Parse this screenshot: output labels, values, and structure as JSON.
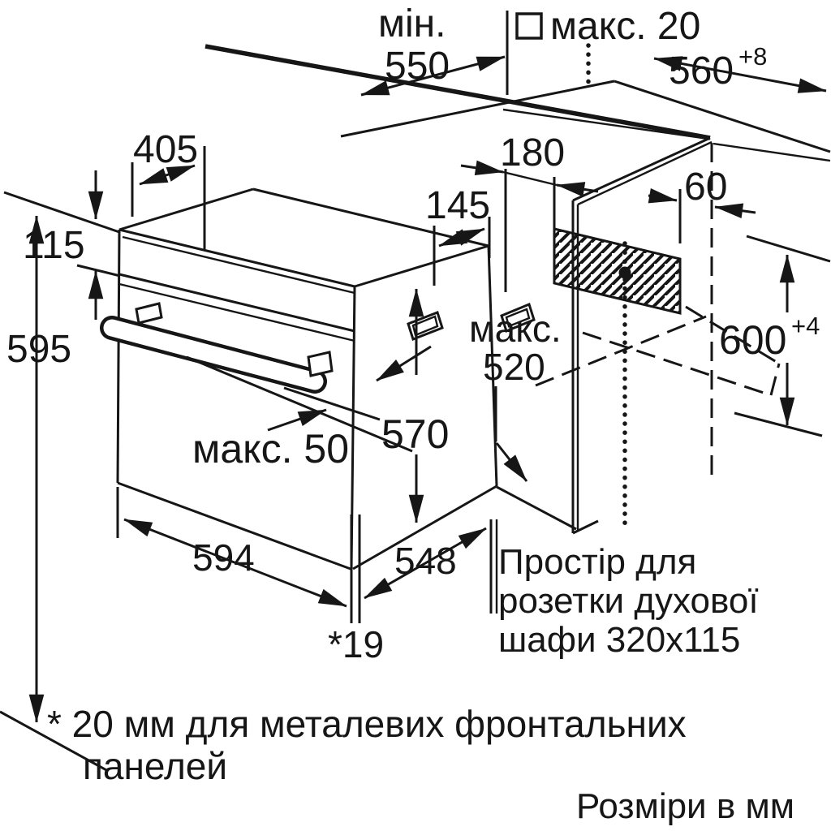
{
  "diagram": {
    "background": "#ffffff",
    "line_color": "#161616",
    "units_note": "Розміри в мм",
    "footnote": [
      "* 20 мм для металевих фронтальних",
      "панелей"
    ],
    "socket_note": [
      "Простір для",
      "розетки духової",
      "шафи 320x115"
    ],
    "dimensions": {
      "countertop_min_word": "мін.",
      "countertop_min_value": "550",
      "wall_gap_max": "макс. 20",
      "niche_width": "560",
      "niche_width_tolerance": "+8",
      "oven_top_depth": "405",
      "control_panel_height": "115",
      "oven_height": "595",
      "niche_side_offset": "180",
      "vent_offset": "145",
      "socket_offset": "60",
      "niche_height": "600",
      "niche_height_tolerance": "+4",
      "recess_max_word": "макс.",
      "recess_max_value": "520",
      "oven_body_height": "570",
      "handle_protrusion_max": "макс. 50",
      "oven_width": "594",
      "oven_body_depth": "548",
      "door_panel_offset": "*19"
    }
  }
}
